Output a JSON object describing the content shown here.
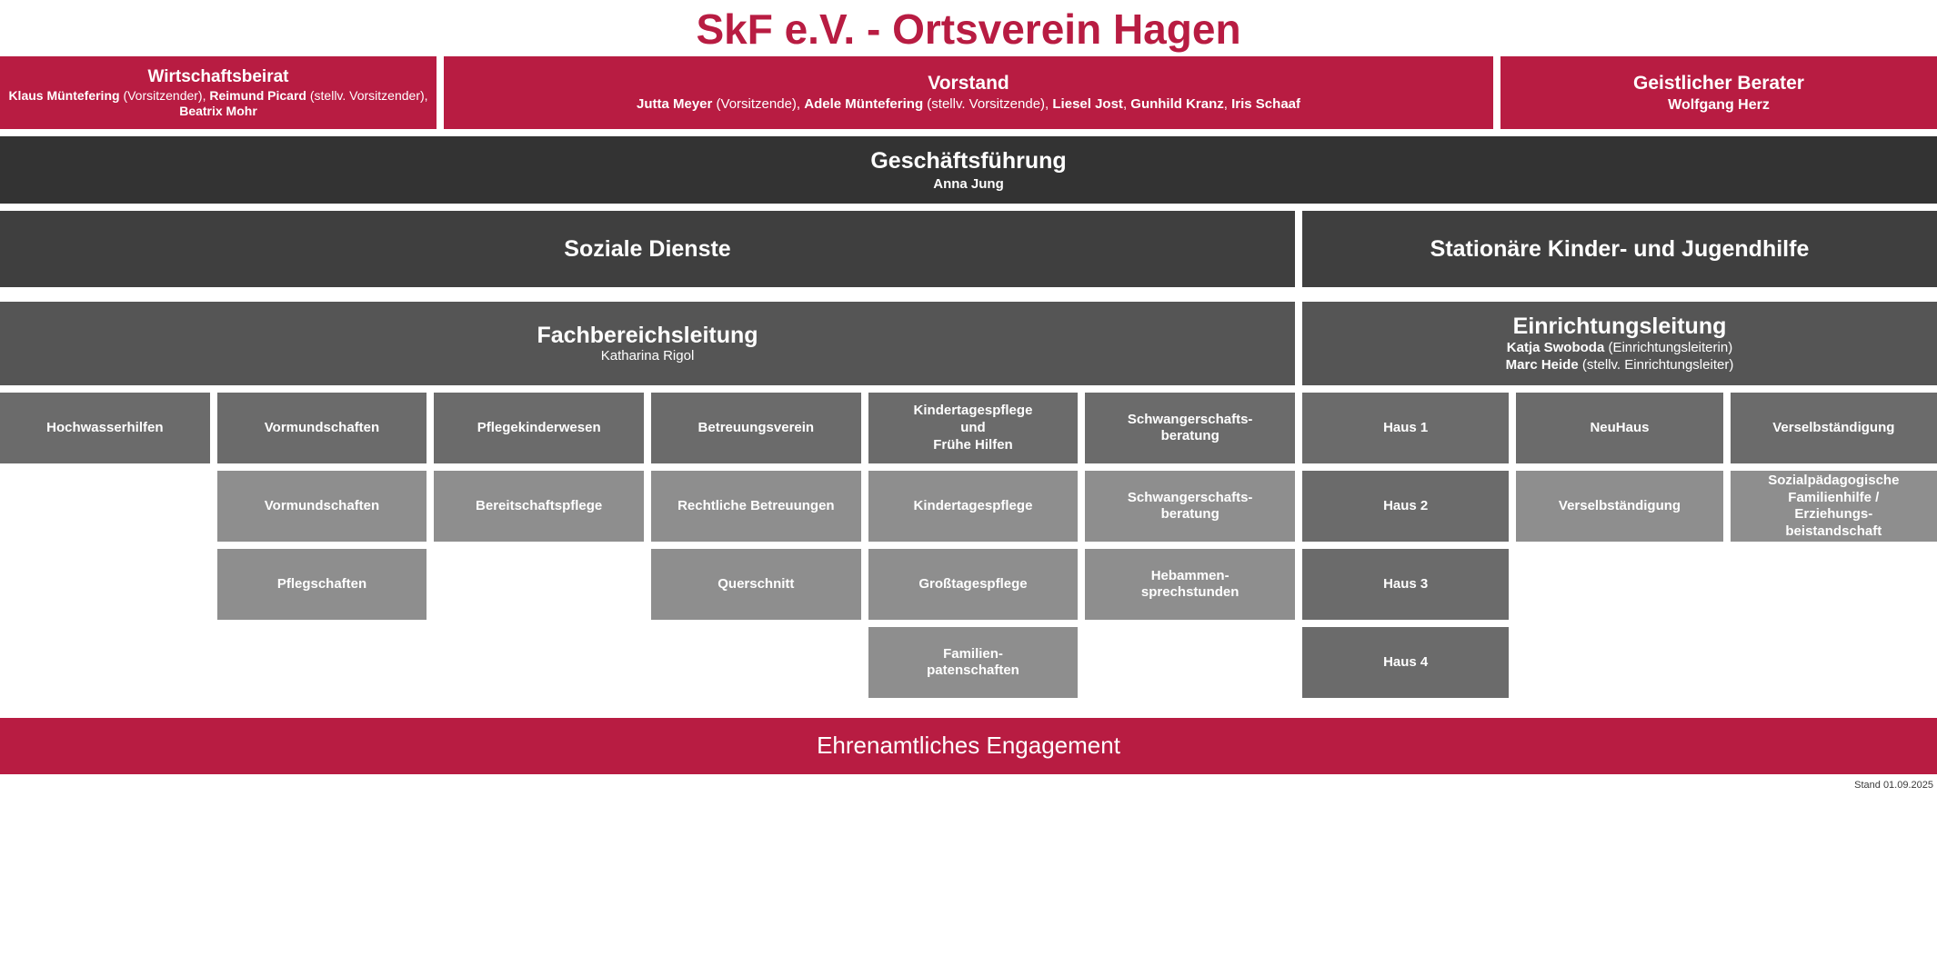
{
  "header": {
    "title": "SkF e.V. - Ortsverein Hagen"
  },
  "governance": {
    "wirtschaftsbeirat": {
      "title": "Wirtschaftsbeirat",
      "members_html": "<b>Klaus Müntefering</b> (Vorsitzender), <b>Reimund Picard</b> (stellv. Vorsitzender), <b>Beatrix Mohr</b>"
    },
    "vorstand": {
      "title": "Vorstand",
      "members_html": "<b>Jutta Meyer</b> (Vorsitzende), <b>Adele Müntefering</b> (stellv. Vorsitzende), <b>Liesel Jost</b>, <b>Gunhild Kranz</b>, <b>Iris Schaaf</b>"
    },
    "geistlicher_berater": {
      "title": "Geistlicher Berater",
      "members_html": "Wolfgang Herz"
    }
  },
  "geschaeftsfuehrung": {
    "title": "Geschäftsführung",
    "person": "Anna Jung"
  },
  "divisions": {
    "left": {
      "title": "Soziale Dienste",
      "leadership_title": "Fachbereichsleitung",
      "leadership_people_html": "Katharina Rigol"
    },
    "right": {
      "title": "Stationäre Kinder- und Jugendhilfe",
      "leadership_title": "Einrichtungsleitung",
      "leadership_people_html": "<b>Katja Swoboda</b> (Einrichtungsleiterin)<br><b>Marc Heide</b> (stellv. Einrichtungsleiter)"
    }
  },
  "soziale_dienste_grid": [
    [
      {
        "label": "Hochwasserhilfen",
        "tone": "dark"
      },
      {
        "label": "Vormundschaften",
        "tone": "dark"
      },
      {
        "label": "Pflegekinderwesen",
        "tone": "dark"
      },
      {
        "label": "Betreuungsverein",
        "tone": "dark"
      },
      {
        "label": "Kindertagespflege und Frühe Hilfen",
        "tone": "dark"
      },
      {
        "label": "Schwangerschafts-beratung",
        "tone": "dark"
      }
    ],
    [
      {
        "label": "",
        "tone": "empty"
      },
      {
        "label": "Vormundschaften",
        "tone": "light"
      },
      {
        "label": "Bereitschaftspflege",
        "tone": "light"
      },
      {
        "label": "Rechtliche Betreuungen",
        "tone": "light"
      },
      {
        "label": "Kindertagespflege",
        "tone": "light"
      },
      {
        "label": "Schwangerschafts-beratung",
        "tone": "light"
      }
    ],
    [
      {
        "label": "",
        "tone": "empty"
      },
      {
        "label": "Pflegschaften",
        "tone": "light"
      },
      {
        "label": "",
        "tone": "empty"
      },
      {
        "label": "Querschnitt",
        "tone": "light"
      },
      {
        "label": "Großtagespflege",
        "tone": "light"
      },
      {
        "label": "Hebammen-sprechstunden",
        "tone": "light"
      }
    ],
    [
      {
        "label": "",
        "tone": "empty"
      },
      {
        "label": "",
        "tone": "empty"
      },
      {
        "label": "",
        "tone": "empty"
      },
      {
        "label": "",
        "tone": "empty"
      },
      {
        "label": "Familien-patenschaften",
        "tone": "light"
      },
      {
        "label": "",
        "tone": "empty"
      }
    ]
  ],
  "stationaere_grid": [
    [
      {
        "label": "Haus 1",
        "tone": "haus"
      },
      {
        "label": "NeuHaus",
        "tone": "dark"
      },
      {
        "label": "Verselbständigung",
        "tone": "dark"
      }
    ],
    [
      {
        "label": "Haus 2",
        "tone": "haus"
      },
      {
        "label": "Verselbständigung",
        "tone": "light"
      },
      {
        "label": "Sozialpädagogische Familienhilfe / Erziehungs-beistandschaft",
        "tone": "light"
      }
    ],
    [
      {
        "label": "Haus 3",
        "tone": "haus"
      },
      {
        "label": "",
        "tone": "empty"
      },
      {
        "label": "",
        "tone": "empty"
      }
    ],
    [
      {
        "label": "Haus 4",
        "tone": "haus"
      },
      {
        "label": "",
        "tone": "empty"
      },
      {
        "label": "",
        "tone": "empty"
      }
    ]
  ],
  "footer": {
    "ehrenamt_label": "Ehrenamtliches Engagement",
    "stand": "Stand 01.09.2025"
  },
  "colors": {
    "brand_red": "#b81c42",
    "dark_bar": "#333333",
    "division_bar": "#3f3f3f",
    "leadership_bar": "#555555",
    "cell_dark": "#6b6b6b",
    "cell_light": "#8e8e8e"
  }
}
